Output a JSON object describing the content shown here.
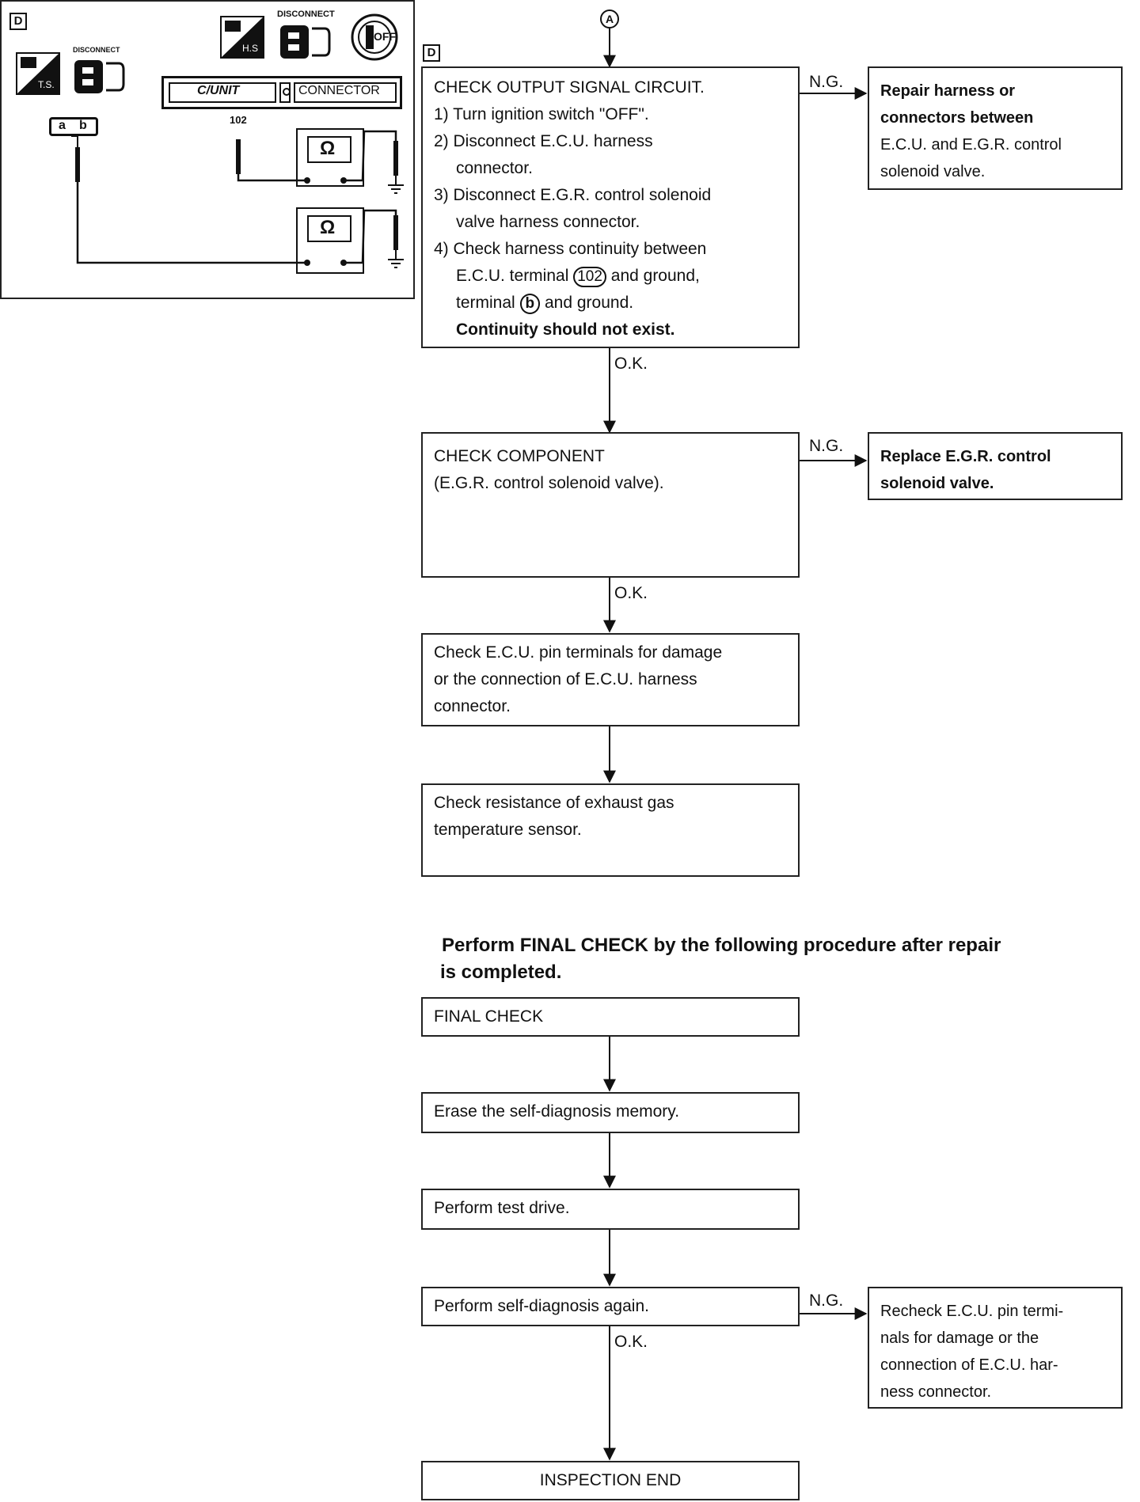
{
  "inset": {
    "tag": "D",
    "ts_label": "T.S.",
    "hs_label": "H.S",
    "disconnect_small": "DISCONNECT",
    "disconnect_top": "DISCONNECT",
    "key_label": "OFF",
    "cunit_label": "C/UNIT",
    "connector_label": "CONNECTOR",
    "terminal_label": "102",
    "connector_pin_a": "a",
    "connector_pin_b": "b",
    "ohm1": "Ω",
    "ohm2": "Ω"
  },
  "flow": {
    "connector_top": "A",
    "section_tag": "D",
    "box1": {
      "title": "CHECK OUTPUT SIGNAL CIRCUIT.",
      "s1": "1) Turn ignition switch \"OFF\".",
      "s2a": "2) Disconnect E.C.U. harness",
      "s2b": "connector.",
      "s3a": "3) Disconnect E.G.R. control solenoid",
      "s3b": "valve harness connector.",
      "s4a": "4) Check harness continuity between",
      "s4b_pre": "E.C.U. terminal",
      "s4b_term": "102",
      "s4b_post": "and ground,",
      "s4c_pre": "terminal",
      "s4c_term": "b",
      "s4c_post": "and ground.",
      "s4d": "Continuity should not exist."
    },
    "ng1": "N.G.",
    "repair1": {
      "l1": "Repair harness or",
      "l2": "connectors between",
      "l3": "E.C.U. and E.G.R. control",
      "l4": "solenoid valve."
    },
    "ok1": "O.K.",
    "box2": {
      "l1": "CHECK COMPONENT",
      "l2": "(E.G.R. control solenoid valve)."
    },
    "ng2": "N.G.",
    "repair2": {
      "l1": "Replace E.G.R. control",
      "l2": "solenoid valve."
    },
    "ok2": "O.K.",
    "box3": {
      "l1": "Check E.C.U. pin terminals for damage",
      "l2": "or the connection of E.C.U. harness",
      "l3": "connector."
    },
    "box4": {
      "l1": "Check resistance of exhaust gas",
      "l2": "temperature sensor."
    }
  },
  "final": {
    "note_l1": "Perform FINAL CHECK by the following procedure after repair",
    "note_l2": "is completed.",
    "b1": "FINAL CHECK",
    "b2": "Erase the self-diagnosis memory.",
    "b3": "Perform test drive.",
    "b4": "Perform self-diagnosis again.",
    "ng": "N.G.",
    "recheck": {
      "l1": "Recheck E.C.U. pin termi-",
      "l2": "nals for damage or the",
      "l3": "connection of E.C.U. har-",
      "l4": "ness connector."
    },
    "ok": "O.K.",
    "end": "INSPECTION END"
  }
}
